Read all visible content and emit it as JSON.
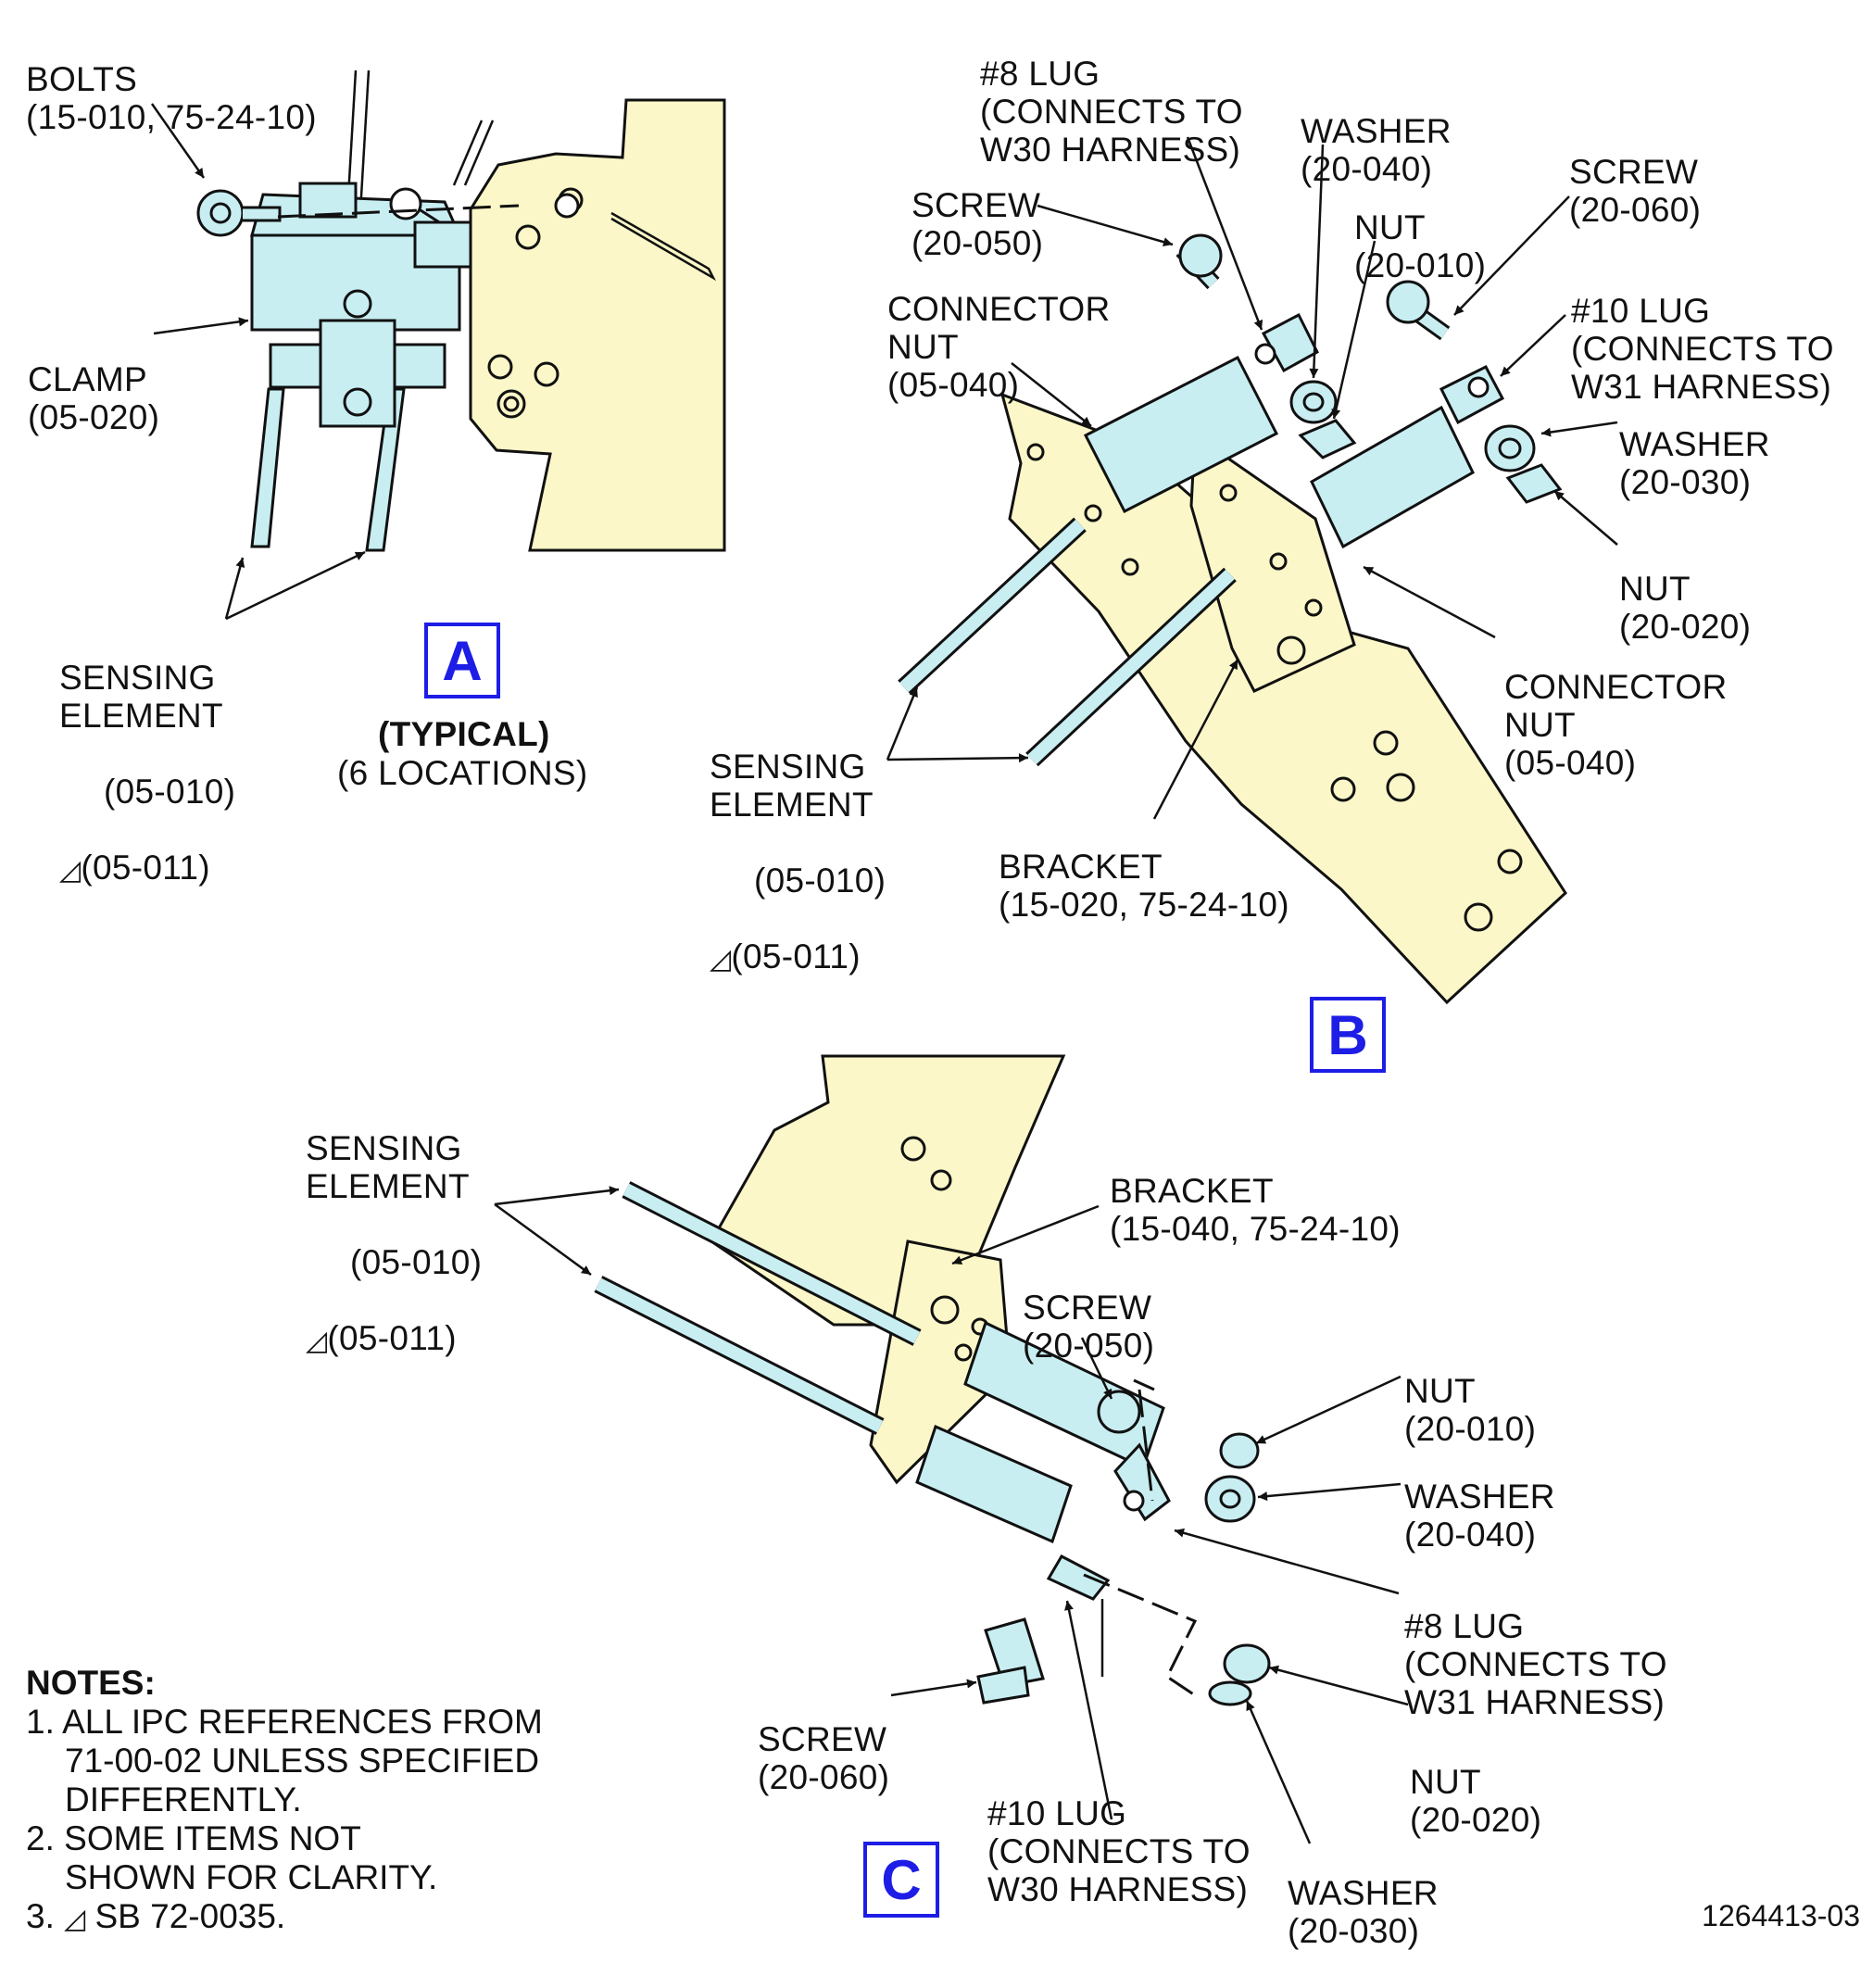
{
  "viewA": {
    "badge": "A",
    "typical": "(TYPICAL)",
    "locations": "(6 LOCATIONS)",
    "bolts": [
      "BOLTS",
      "(15-010, 75-24-10)"
    ],
    "clamp": [
      "CLAMP",
      "(05-020)"
    ],
    "sensing": [
      "SENSING",
      "ELEMENT",
      "(05-010)",
      "(05-011)"
    ]
  },
  "viewB": {
    "badge": "B",
    "lug8": [
      "#8 LUG",
      "(CONNECTS TO",
      "W30 HARNESS)"
    ],
    "washer040": [
      "WASHER",
      "(20-040)"
    ],
    "screw060": [
      "SCREW",
      "(20-060)"
    ],
    "screw050": [
      "SCREW",
      "(20-050)"
    ],
    "nut010": [
      "NUT",
      "(20-010)"
    ],
    "lug10": [
      "#10 LUG",
      "(CONNECTS TO",
      "W31 HARNESS)"
    ],
    "connNutLeft": [
      "CONNECTOR",
      "NUT",
      "(05-040)"
    ],
    "washer030": [
      "WASHER",
      "(20-030)"
    ],
    "nut020": [
      "NUT",
      "(20-020)"
    ],
    "connNutRight": [
      "CONNECTOR",
      "NUT",
      "(05-040)"
    ],
    "sensing": [
      "SENSING",
      "ELEMENT",
      "(05-010)",
      "(05-011)"
    ],
    "bracket": [
      "BRACKET",
      "(15-020, 75-24-10)"
    ]
  },
  "viewC": {
    "badge": "C",
    "sensing": [
      "SENSING",
      "ELEMENT",
      "(05-010)",
      "(05-011)"
    ],
    "bracket": [
      "BRACKET",
      "(15-040, 75-24-10)"
    ],
    "screw050": [
      "SCREW",
      "(20-050)"
    ],
    "nut010": [
      "NUT",
      "(20-010)"
    ],
    "washer040": [
      "WASHER",
      "(20-040)"
    ],
    "lug8": [
      "#8 LUG",
      "(CONNECTS TO",
      "W31 HARNESS)"
    ],
    "screw060": [
      "SCREW",
      "(20-060)"
    ],
    "nut020": [
      "NUT",
      "(20-020)"
    ],
    "lug10": [
      "#10 LUG",
      "(CONNECTS TO",
      "W30 HARNESS)"
    ],
    "washer030": [
      "WASHER",
      "(20-030)"
    ]
  },
  "notes": {
    "heading": "NOTES:",
    "n1": [
      "1. ALL IPC REFERENCES FROM",
      "71-00-02 UNLESS SPECIFIED",
      "DIFFERENTLY."
    ],
    "n2": [
      "2. SOME ITEMS NOT",
      "SHOWN FOR CLARITY."
    ],
    "n3": [
      "3.",
      "SB 72-0035."
    ]
  },
  "doc_number": "1264413-03",
  "colors": {
    "bracket": "#fbf7c8",
    "part": "#c8eef2",
    "badge": "#1d1de6",
    "line": "#111111"
  }
}
